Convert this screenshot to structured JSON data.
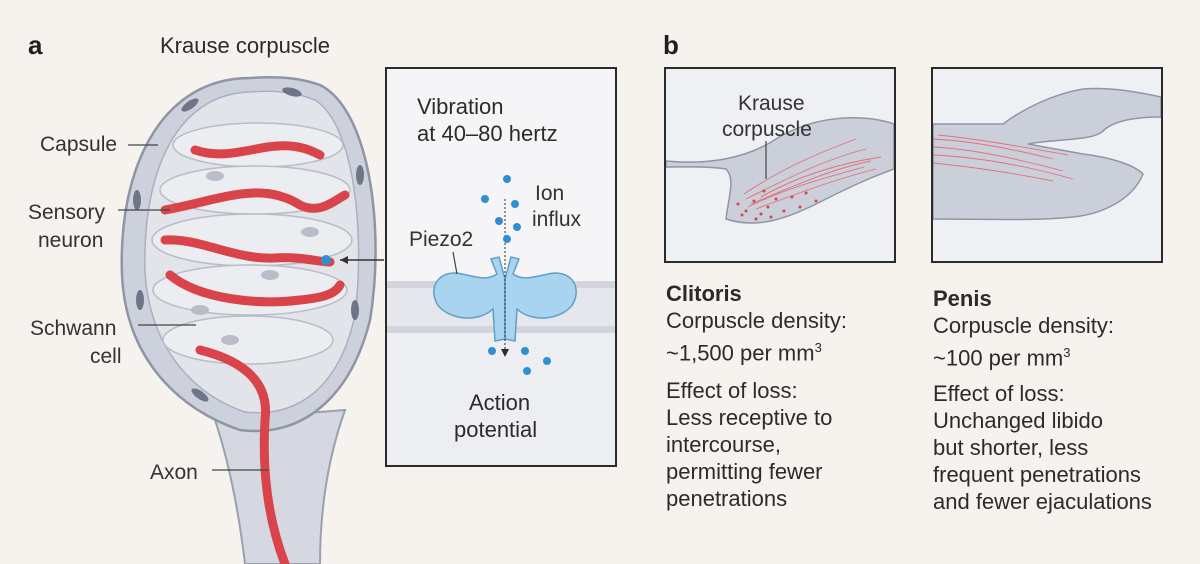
{
  "panel_a": {
    "letter": "a",
    "title": "Krause corpuscle",
    "labels": {
      "capsule": "Capsule",
      "sensory_neuron_1": "Sensory",
      "sensory_neuron_2": "neuron",
      "schwann_1": "Schwann",
      "schwann_2": "cell",
      "axon": "Axon"
    },
    "inset": {
      "vibration_1": "Vibration",
      "vibration_2": "at 40–80 hertz",
      "ion_1": "Ion",
      "ion_2": "influx",
      "piezo": "Piezo2",
      "action_1": "Action",
      "action_2": "potential"
    }
  },
  "panel_b": {
    "letter": "b",
    "clitoris": {
      "inset_label_1": "Krause",
      "inset_label_2": "corpuscle",
      "title": "Clitoris",
      "density_label": "Corpuscle density:",
      "density_value": "~1,500 per mm",
      "density_sup": "3",
      "effect_label": "Effect of loss:",
      "effect_lines": [
        "Less receptive to",
        "intercourse,",
        "permitting fewer",
        "penetrations"
      ]
    },
    "penis": {
      "title": "Penis",
      "density_label": "Corpuscle density:",
      "density_value": "~100 per mm",
      "density_sup": "3",
      "effect_label": "Effect of loss:",
      "effect_lines": [
        "Unchanged libido",
        "but shorter, less",
        "frequent penetrations",
        "and fewer ejaculations"
      ]
    }
  },
  "colors": {
    "neuron": "#d9434a",
    "capsule": "#c9ccd6",
    "piezo": "#a9d4ef",
    "ion": "#2f8fd0",
    "background": "#f6f3ee"
  }
}
